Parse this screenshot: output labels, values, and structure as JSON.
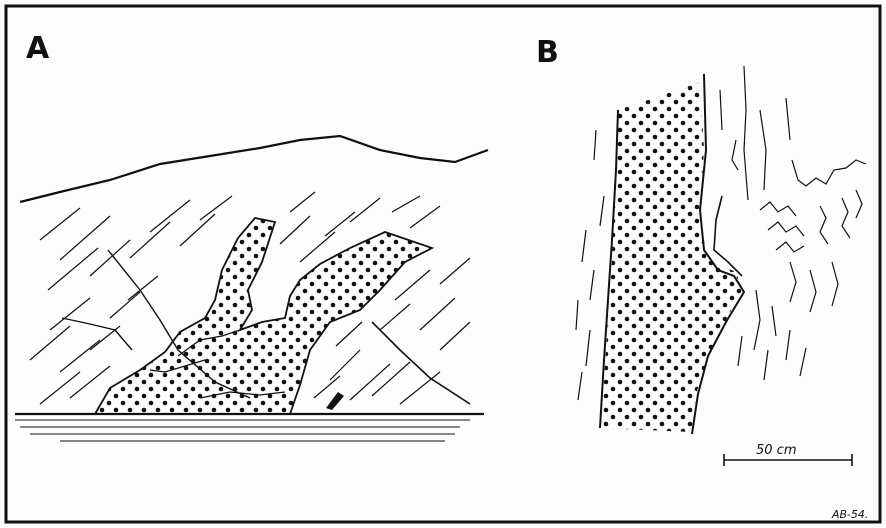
{
  "panels": [
    {
      "label": "A"
    },
    {
      "label": "B"
    }
  ],
  "scale_bar": {
    "label": "50 cm"
  },
  "signature": "AB-54."
}
